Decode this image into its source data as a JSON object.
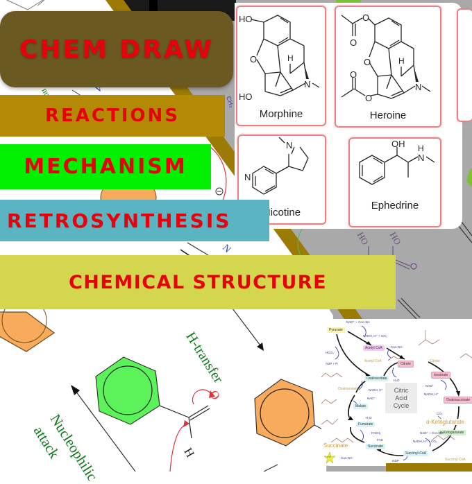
{
  "banners": {
    "title": "CHEM DRAW",
    "reactions": "REACTIONS",
    "mechanism": "MECHANISM",
    "retrosynthesis": "RETROSYNTHESIS",
    "chemical_structure": "CHEMICAL STRUCTURE"
  },
  "molecules": [
    {
      "name": "Morphine",
      "atoms": [
        "HO",
        "O",
        "H",
        "N",
        "HO"
      ]
    },
    {
      "name": "Heroine",
      "atoms": [
        "O",
        "O",
        "O",
        "H",
        "N",
        "O",
        "O"
      ]
    },
    {
      "name": "Nicotine",
      "atoms": [
        "N",
        "N"
      ]
    },
    {
      "name": "Ephedrine",
      "atoms": [
        "OH",
        "H",
        "N"
      ]
    }
  ],
  "mechanism": {
    "labels": {
      "h_transfer": "H-transfer",
      "nucleophilic_attack_1": "Nucleophilic",
      "nucleophilic_attack_2": "attack"
    },
    "atoms": {
      "oxygen": "O",
      "hydrogen": "H",
      "hydroxyl_1": "HO",
      "hydroxyl_2": "HO",
      "nitrogen": "N",
      "methyl": "CH3",
      "charge": "⊖"
    },
    "colors": {
      "green_ring": "#5cf25a",
      "orange_ring": "#f8ab5c",
      "label_green": "#0b7a18",
      "arrow_red": "#e0303a"
    }
  },
  "citric_acid_cycle": {
    "center_label": [
      "Citric",
      "Acid",
      "Cycle"
    ],
    "nodes": [
      "Pyruvate",
      "Acetyl CoA",
      "Citrate",
      "Isocitrate",
      "Oxalosuccinate",
      "α-Ketoglutarate",
      "Succinyl-CoA",
      "Succinate",
      "Fumarate",
      "Malate",
      "Oxaloacetate"
    ],
    "cofactors": [
      "NAD⁺ + CoA-SH",
      "NADH, H⁺ + CO₂",
      "CoA-SH",
      "H₂O",
      "NAD⁺",
      "NADH, H⁺",
      "CO₂",
      "NAD⁺ + CoA-SH",
      "NADH, H⁺ + CO₂",
      "GDP",
      "GTP",
      "CoA-SH",
      "FADH₂",
      "FAD",
      "H₂O",
      "NAD⁺",
      "NADH, H⁺",
      "HCO₃⁻",
      "ADP + Pᵢ"
    ],
    "structure_labels": [
      "Acetyl CoA",
      "Citrate",
      "Oxaloacetate",
      "α-Ketoglutarate",
      "Succinyl CoA",
      "Succinate"
    ]
  },
  "colors": {
    "title_bg": "#6a5a22",
    "reactions_bg": "#b38a05",
    "mechanism_bg": "#00f000",
    "retrosynthesis_bg": "#5bb4c1",
    "structure_bg": "#d4d64e",
    "banner_text": "#e8000a",
    "card_border": "#e98086",
    "gold_stripe": "#9c7a06",
    "gray_bg": "#a8a8a8"
  }
}
